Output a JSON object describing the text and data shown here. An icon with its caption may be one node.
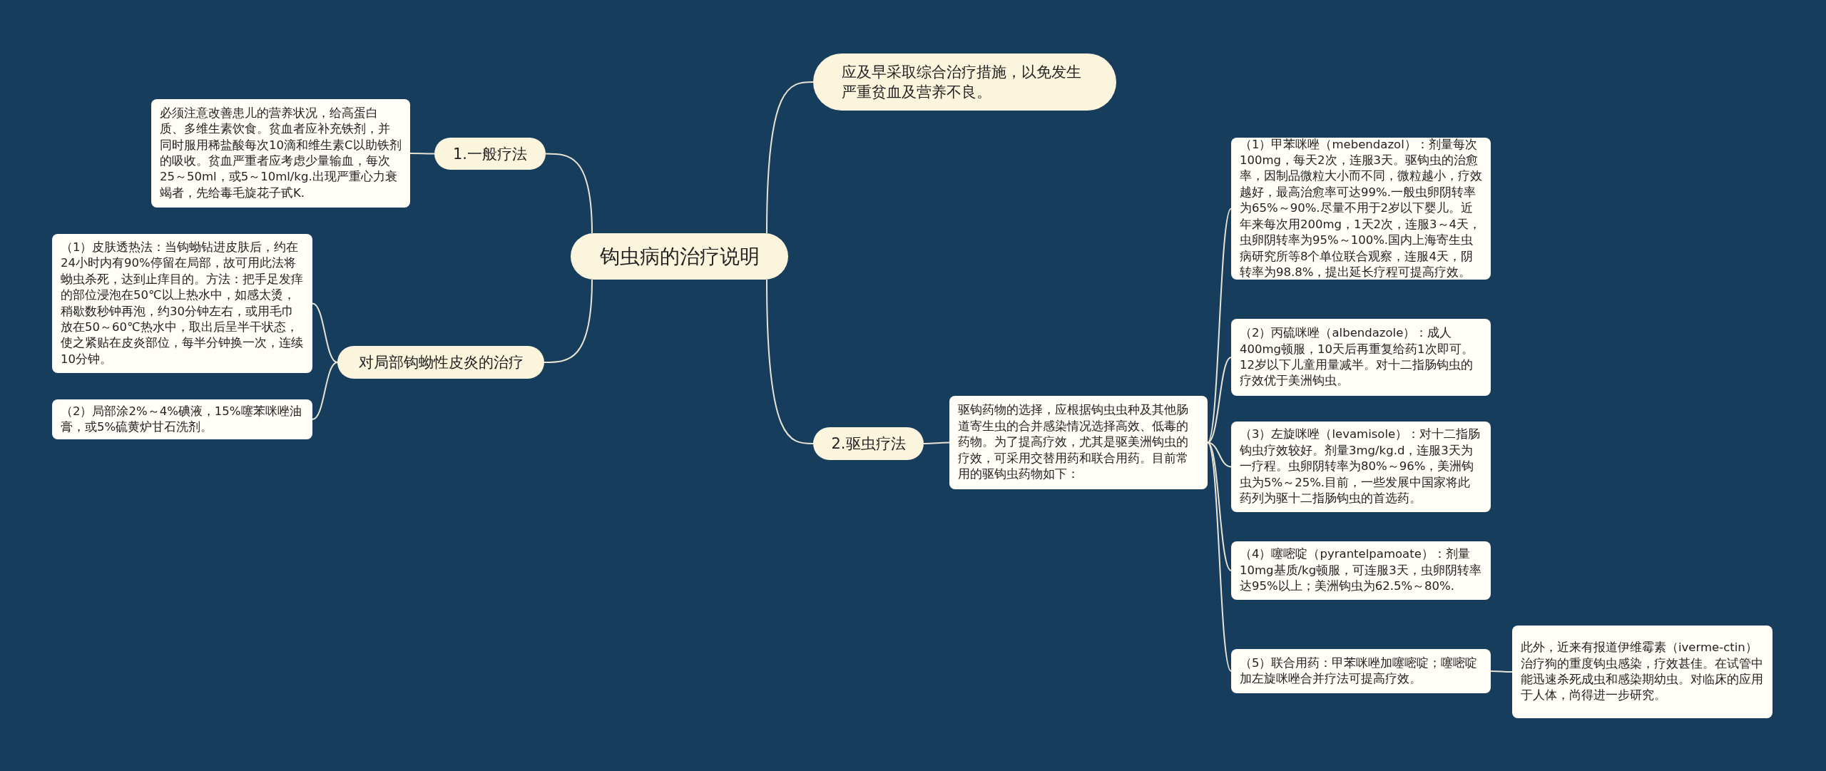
{
  "diagram": {
    "nodes": [
      {
        "text": [
          "钩虫病的治疗说明"
        ]
      },
      {
        "text": [
          "应及早采取综合治疗措施，以免发生严重贫血及营养不良。"
        ]
      },
      {
        "text": [
          "1.一般疗法"
        ]
      },
      {
        "text": [
          "必须注意改善患儿的营养状况，给高蛋白质、多维生素饮食。贫血者应补充铁剂，并同时服用稀盐酸每次10滴和维生素C以助铁剂的吸收。贫血严重者应考虑少量输血，每次25～50ml，或5～10ml/kg.出现严重心力衰竭者，先给毒毛旋花子甙K."
        ]
      },
      {
        "text": [
          "对局部钩蚴性皮炎的治疗"
        ]
      },
      {
        "text": [
          "（1）皮肤透热法：当钩蚴钻进皮肤后，约在24小时内有90%停留在局部，故可用此法将蚴虫杀死，达到止痒目的。方法：把手足发痒的部位浸泡在50℃以上热水中，如感太烫，稍歇数秒钟再泡，约30分钟左右，或用毛巾放在50～60℃热水中，取出后呈半干状态，使之紧贴在皮炎部位，每半分钟换一次，连续10分钟。"
        ]
      },
      {
        "text": [
          "（2）局部涂2%～4%碘液，15%噻苯咪唑油膏，或5%硫黄炉甘石洗剂。"
        ]
      },
      {
        "text": [
          "2.驱虫疗法"
        ]
      },
      {
        "text": [
          "驱钩药物的选择，应根据钩虫虫种及其他肠道寄生虫的合并感染情况选择高效、低毒的药物。为了提高疗效，尤其是驱美洲钩虫的疗效，可采用交替用药和联合用药。目前常用的驱钩虫药物如下："
        ]
      },
      {
        "text": [
          "（1）甲苯咪唑（mebendazol）：剂量每次100mg，每天2次，连服3天。驱钩虫的治愈率，因制品微粒大小而不同，微粒越小，疗效越好，最高治愈率可达99%.一般虫卵阴转率为65%～90%.尽量不用于2岁以下婴儿。近年来每次用200mg，1天2次，连服3～4天，虫卵阴转率为95%～100%.国内上海寄生虫病研究所等8个单位联合观察，连服4天，阴转率为98.8%，提出延长疗程可提高疗效。"
        ]
      },
      {
        "text": [
          "（2）丙硫咪唑（albendazole）：成人400mg顿服，10天后再重复给药1次即可。12岁以下儿童用量减半。对十二指肠钩虫的疗效优于美洲钩虫。"
        ]
      },
      {
        "text": [
          "（3）左旋咪唑（levamisole）：对十二指肠钩虫疗效较好。剂量3mg/kg.d，连服3天为一疗程。虫卵阴转率为80%～96%，美洲钩虫为5%～25%.目前，一些发展中国家将此药列为驱十二指肠钩虫的首选药。"
        ]
      },
      {
        "text": [
          "（4）噻嘧啶（pyrantelpamoate）：剂量10mg基质/kg顿服，可连服3天，虫卵阴转率达95%以上；美洲钩虫为62.5%～80%."
        ]
      },
      {
        "text": [
          "（5）联合用药：甲苯咪唑加噻嘧啶；噻嘧啶加左旋咪唑合并疗法可提高疗效。"
        ]
      },
      {
        "text": [
          "此外，近来有报道伊维霉素（iverme-ctin）治疗狗的重度钩虫感染，疗效甚佳。在试管中能迅速杀死成虫和感染期幼虫。对临床的应用于人体，尚得进一步研究。"
        ]
      }
    ],
    "edges": [
      {
        "from": 0,
        "to": 1,
        "arrow": "none"
      },
      {
        "from": 0,
        "to": 2,
        "arrow": "none"
      },
      {
        "from": 2,
        "to": 3,
        "arrow": "none"
      },
      {
        "from": 0,
        "to": 4,
        "arrow": "none"
      },
      {
        "from": 4,
        "to": 5,
        "arrow": "none"
      },
      {
        "from": 4,
        "to": 6,
        "arrow": "none"
      },
      {
        "from": 0,
        "to": 7,
        "arrow": "none"
      },
      {
        "from": 7,
        "to": 8,
        "arrow": "none"
      },
      {
        "from": 8,
        "to": 9,
        "arrow": "none"
      },
      {
        "from": 8,
        "to": 10,
        "arrow": "none"
      },
      {
        "from": 8,
        "to": 11,
        "arrow": "none"
      },
      {
        "from": 8,
        "to": 12,
        "arrow": "none"
      },
      {
        "from": 8,
        "to": 13,
        "arrow": "none"
      },
      {
        "from": 13,
        "to": 14,
        "arrow": "none"
      }
    ]
  }
}
